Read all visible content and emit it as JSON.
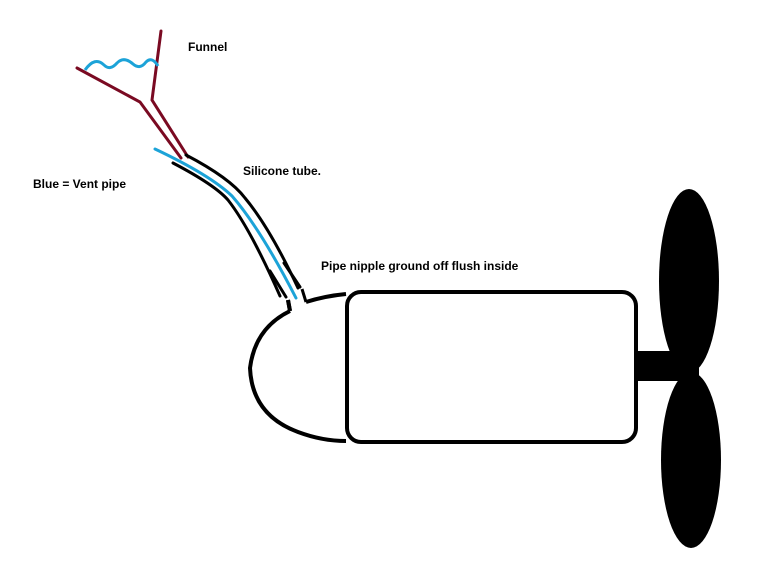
{
  "labels": {
    "funnel": "Funnel",
    "silicone_tube": "Silicone tube.",
    "legend": "Blue = Vent pipe",
    "pipe_nipple": "Pipe nipple ground off flush inside"
  },
  "colors": {
    "funnel": "#7a0a22",
    "vent_pipe": "#1ca3d8",
    "outline": "#000000",
    "background": "#ffffff"
  }
}
